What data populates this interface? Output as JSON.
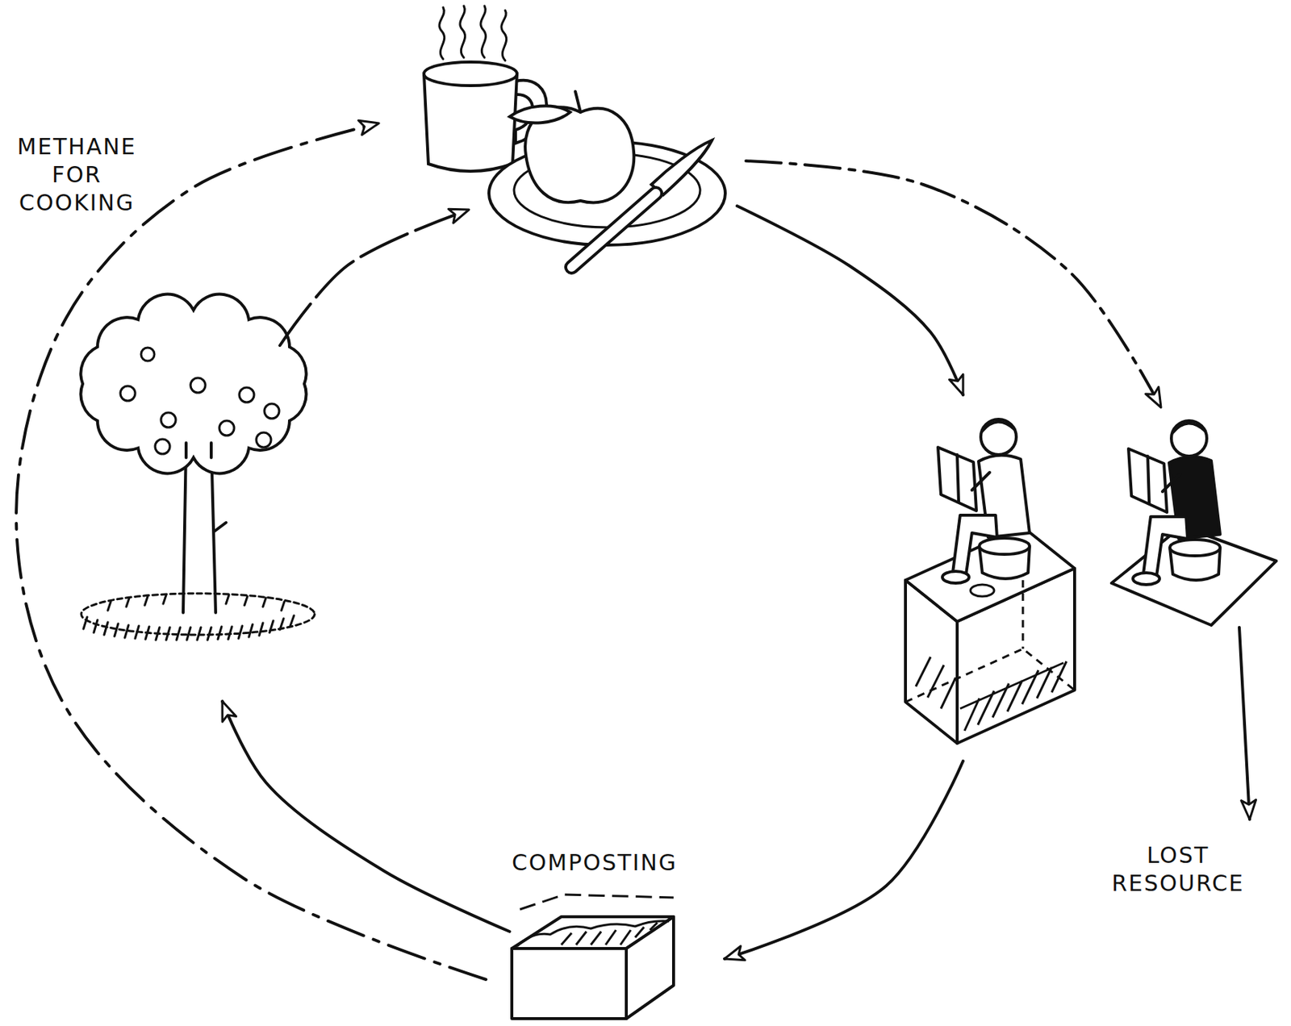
{
  "diagram": {
    "nodes": [
      {
        "text": [
          "COMPOSTING"
        ]
      }
    ],
    "labels": [
      "METHANE FOR COOKING",
      "LOST RESOURCE"
    ]
  }
}
